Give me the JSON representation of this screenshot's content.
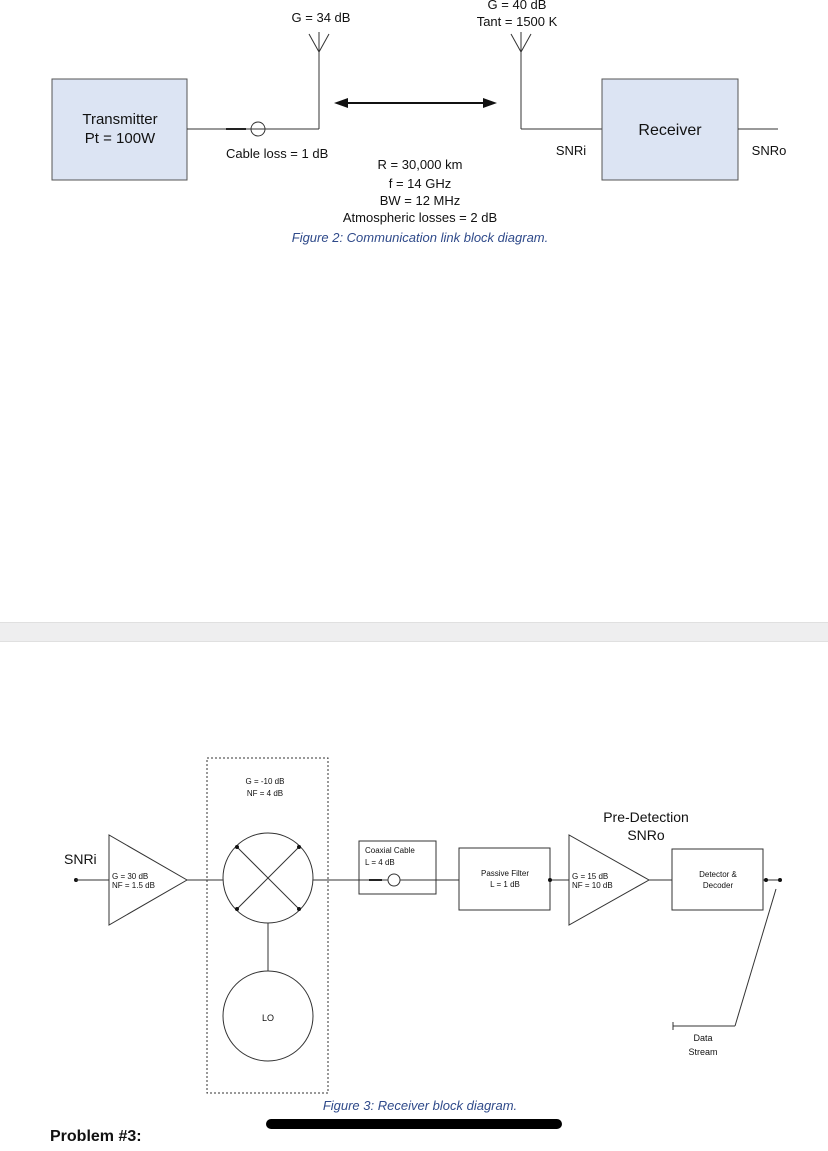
{
  "figure2": {
    "tx_antenna_gain": "G = 34 dB",
    "rx_antenna_gain": "G = 40 dB",
    "rx_antenna_temp": "Tant = 1500 K",
    "transmitter_line1": "Transmitter",
    "transmitter_line2": "Pt = 100W",
    "cable_loss": "Cable loss = 1 dB",
    "snri": "SNRi",
    "receiver": "Receiver",
    "snro": "SNRo",
    "range": "R = 30,000 km",
    "frequency": "f = 14 GHz",
    "bandwidth": "BW = 12 MHz",
    "atmos": "Atmospheric losses = 2 dB",
    "caption": "Figure 2: Communication link block diagram."
  },
  "figure3": {
    "snri": "SNRi",
    "lna_gain": "G = 30 dB",
    "lna_nf": "NF = 1.5 dB",
    "mixer_gain": "G = -10 dB",
    "mixer_nf": "NF = 4 dB",
    "lo": "LO",
    "coax_title": "Coaxial Cable",
    "coax_loss": "L = 4 dB",
    "filter_title": "Passive Filter",
    "filter_loss": "L = 1 dB",
    "predet_line1": "Pre-Detection",
    "predet_line2": "SNRo",
    "amp2_gain": "G = 15 dB",
    "amp2_nf": "NF = 10 dB",
    "detector_line1": "Detector &",
    "detector_line2": "Decoder",
    "data_line1": "Data",
    "data_line2": "Stream",
    "caption": "Figure 3: Receiver block diagram."
  },
  "footer": {
    "problem_heading": "Problem #3:"
  },
  "colors": {
    "block_fill": "#dce4f3",
    "caption": "#2f4a8a",
    "separator": "#eeeeef"
  }
}
